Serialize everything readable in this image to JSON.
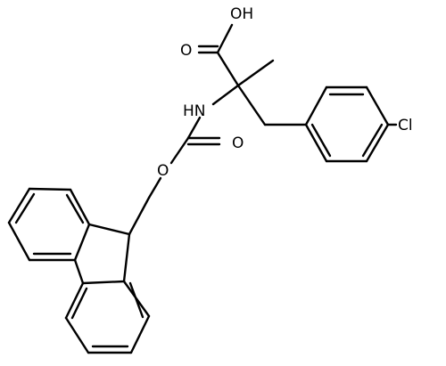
{
  "structure": {
    "atoms": {
      "hydroxyl": "OH",
      "carbonyl_oxygen_acid": "O",
      "amine": "HN",
      "carbonyl_oxygen_carbamate": "O",
      "ester_oxygen": "O",
      "chlorine": "Cl"
    }
  },
  "colors": {
    "bond": "#000000",
    "label": "#000000",
    "background": "#ffffff"
  }
}
